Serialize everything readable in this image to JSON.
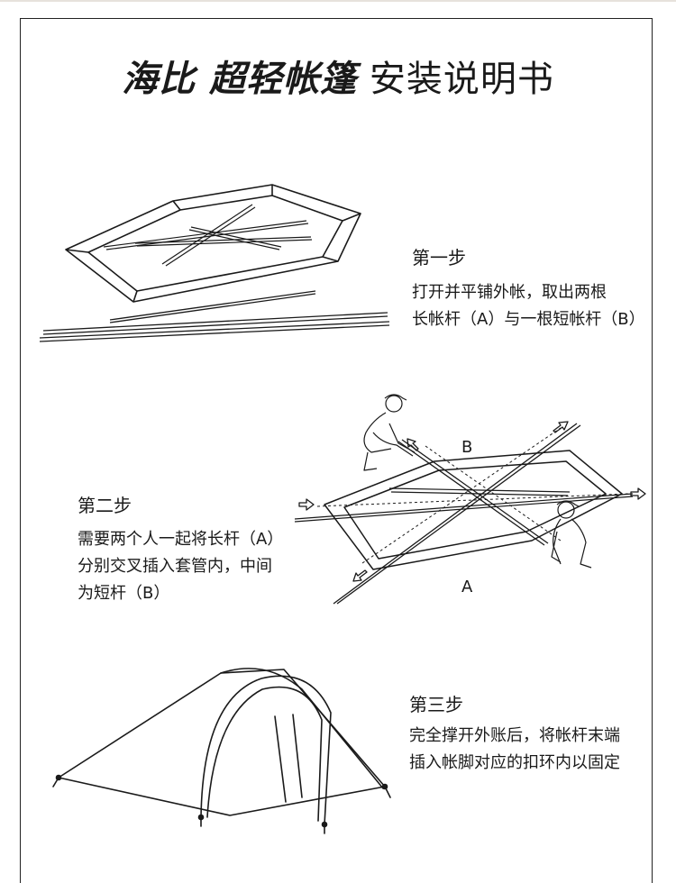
{
  "title": {
    "bold_part": "海比 超轻帐篷",
    "light_part": "安装说明书"
  },
  "steps": [
    {
      "heading": "第一步",
      "lines": [
        "打开并平铺外帐，取出两根",
        "长帐杆（A）与一根短帐杆（B）"
      ]
    },
    {
      "heading": "第二步",
      "lines": [
        "需要两个人一起将长杆（A）",
        "分别交叉插入套管内，中间",
        "为短杆（B）"
      ]
    },
    {
      "heading": "第三步",
      "lines": [
        "完全撑开外账后，将帐杆末端",
        "插入帐脚对应的扣环内以固定"
      ]
    }
  ],
  "diagram_labels": {
    "pole_b": "B",
    "pole_a": "A"
  },
  "colors": {
    "ink": "#1a1a1a",
    "frame": "#222222"
  }
}
